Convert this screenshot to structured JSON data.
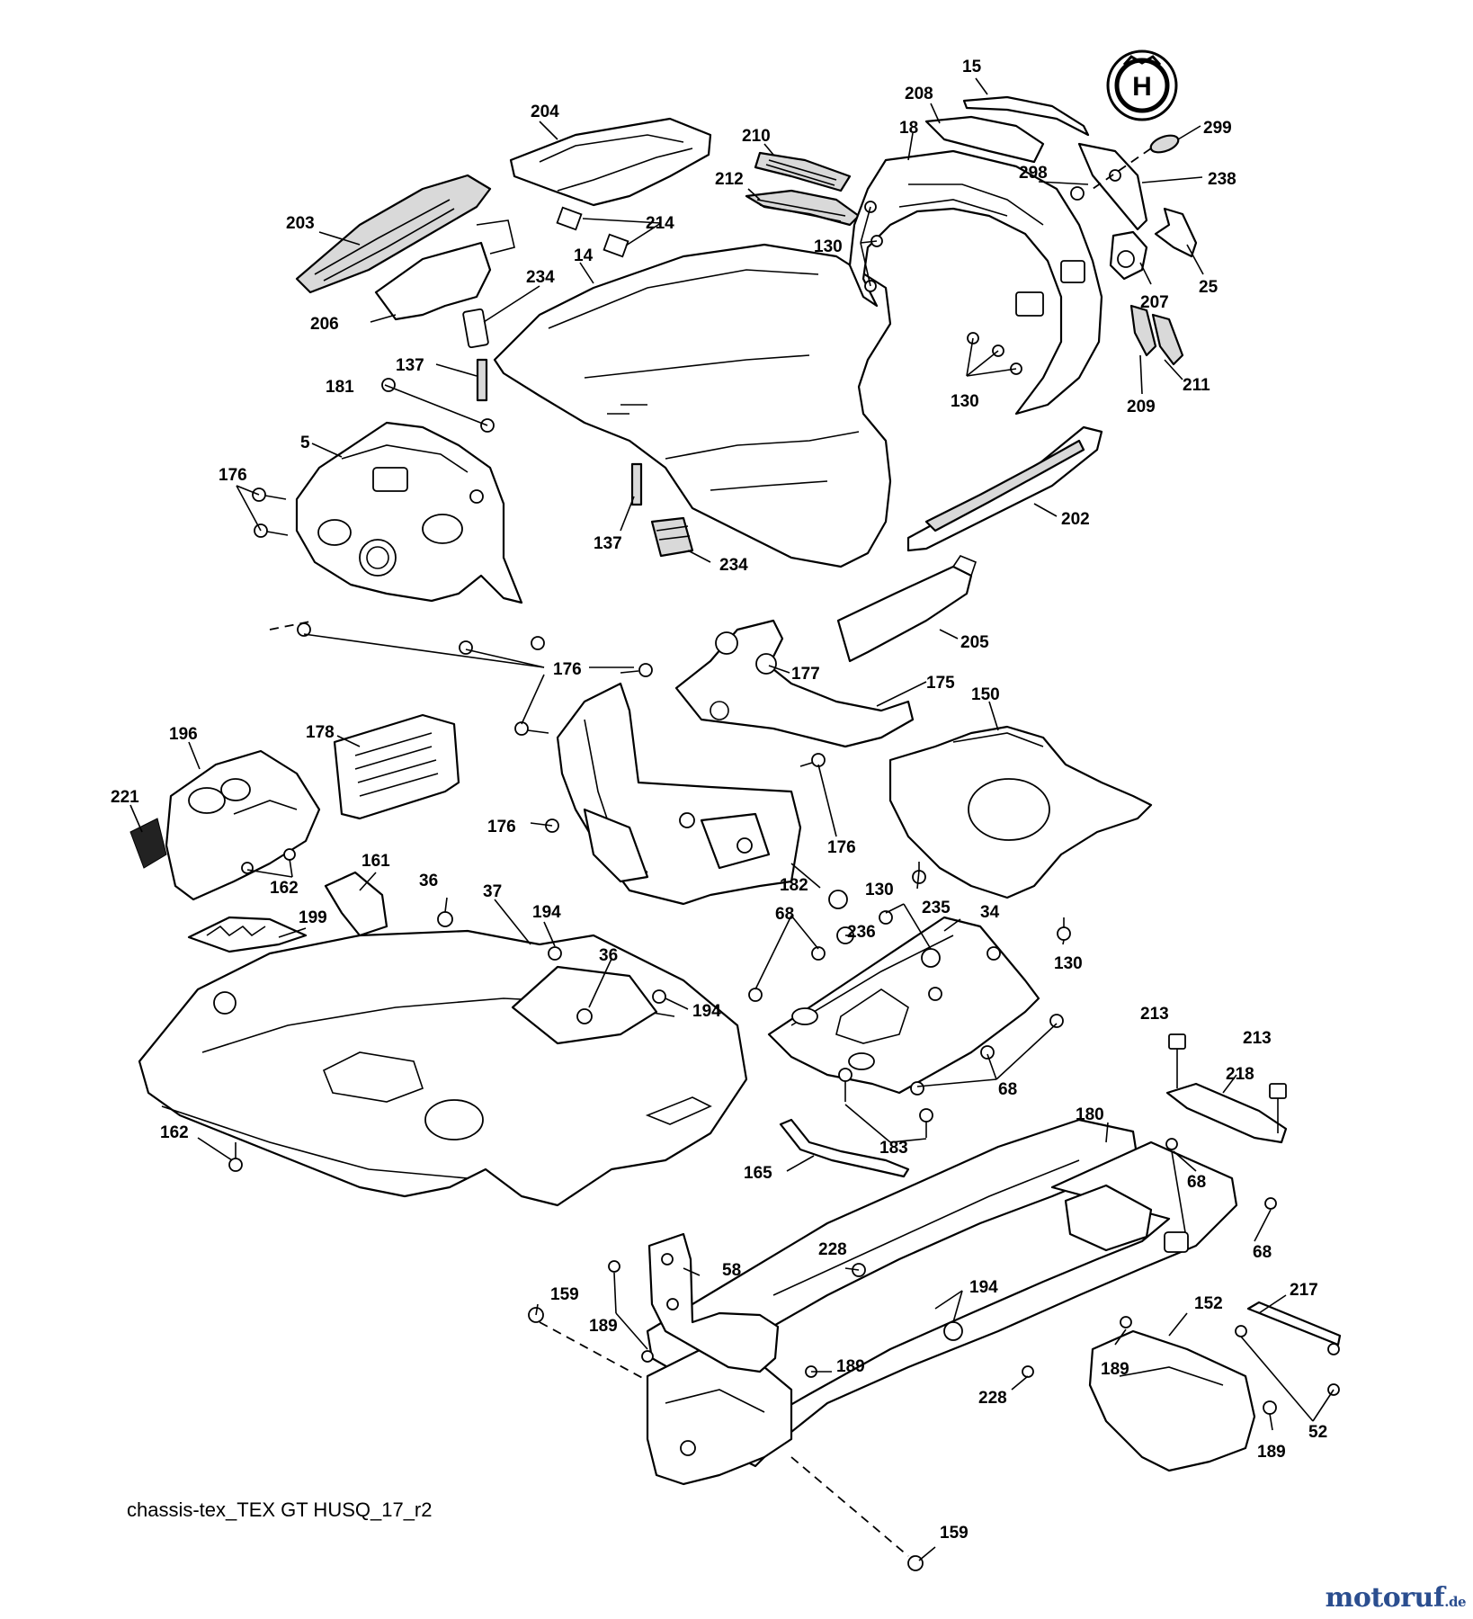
{
  "caption": "chassis-tex_TEX GT HUSQ_17_r2",
  "watermark": {
    "name": "motoruf",
    "suffix": ".de",
    "color": "#2b4e8f"
  },
  "logo": {
    "letter": "H",
    "name": "husqvarna-crown-logo"
  },
  "part_labels": [
    {
      "id": "l-15",
      "text": "15"
    },
    {
      "id": "l-208",
      "text": "208"
    },
    {
      "id": "l-299",
      "text": "299"
    },
    {
      "id": "l-18",
      "text": "18"
    },
    {
      "id": "l-204",
      "text": "204"
    },
    {
      "id": "l-210",
      "text": "210"
    },
    {
      "id": "l-298",
      "text": "298"
    },
    {
      "id": "l-238",
      "text": "238"
    },
    {
      "id": "l-212",
      "text": "212"
    },
    {
      "id": "l-130a",
      "text": "130"
    },
    {
      "id": "l-214",
      "text": "214"
    },
    {
      "id": "l-203",
      "text": "203"
    },
    {
      "id": "l-14",
      "text": "14"
    },
    {
      "id": "l-207",
      "text": "207"
    },
    {
      "id": "l-25",
      "text": "25"
    },
    {
      "id": "l-234a",
      "text": "234"
    },
    {
      "id": "l-206",
      "text": "206"
    },
    {
      "id": "l-137a",
      "text": "137"
    },
    {
      "id": "l-181",
      "text": "181"
    },
    {
      "id": "l-211",
      "text": "211"
    },
    {
      "id": "l-130b",
      "text": "130"
    },
    {
      "id": "l-209",
      "text": "209"
    },
    {
      "id": "l-5",
      "text": "5"
    },
    {
      "id": "l-176a",
      "text": "176"
    },
    {
      "id": "l-202",
      "text": "202"
    },
    {
      "id": "l-137b",
      "text": "137"
    },
    {
      "id": "l-234b",
      "text": "234"
    },
    {
      "id": "l-205",
      "text": "205"
    },
    {
      "id": "l-176b",
      "text": "176"
    },
    {
      "id": "l-177",
      "text": "177"
    },
    {
      "id": "l-175",
      "text": "175"
    },
    {
      "id": "l-150",
      "text": "150"
    },
    {
      "id": "l-196",
      "text": "196"
    },
    {
      "id": "l-178",
      "text": "178"
    },
    {
      "id": "l-221",
      "text": "221"
    },
    {
      "id": "l-176c",
      "text": "176"
    },
    {
      "id": "l-176d",
      "text": "176"
    },
    {
      "id": "l-162a",
      "text": "162"
    },
    {
      "id": "l-161",
      "text": "161"
    },
    {
      "id": "l-36a",
      "text": "36"
    },
    {
      "id": "l-182",
      "text": "182"
    },
    {
      "id": "l-130c",
      "text": "130"
    },
    {
      "id": "l-37",
      "text": "37"
    },
    {
      "id": "l-194a",
      "text": "194"
    },
    {
      "id": "l-68a",
      "text": "68"
    },
    {
      "id": "l-235",
      "text": "235"
    },
    {
      "id": "l-34",
      "text": "34"
    },
    {
      "id": "l-199",
      "text": "199"
    },
    {
      "id": "l-236",
      "text": "236"
    },
    {
      "id": "l-36b",
      "text": "36"
    },
    {
      "id": "l-130d",
      "text": "130"
    },
    {
      "id": "l-194b",
      "text": "194"
    },
    {
      "id": "l-213a",
      "text": "213"
    },
    {
      "id": "l-213b",
      "text": "213"
    },
    {
      "id": "l-218",
      "text": "218"
    },
    {
      "id": "l-68b",
      "text": "68"
    },
    {
      "id": "l-180",
      "text": "180"
    },
    {
      "id": "l-162b",
      "text": "162"
    },
    {
      "id": "l-183",
      "text": "183"
    },
    {
      "id": "l-165",
      "text": "165"
    },
    {
      "id": "l-68c",
      "text": "68"
    },
    {
      "id": "l-68d",
      "text": "68"
    },
    {
      "id": "l-228a",
      "text": "228"
    },
    {
      "id": "l-58",
      "text": "58"
    },
    {
      "id": "l-194c",
      "text": "194"
    },
    {
      "id": "l-217",
      "text": "217"
    },
    {
      "id": "l-159a",
      "text": "159"
    },
    {
      "id": "l-152",
      "text": "152"
    },
    {
      "id": "l-189a",
      "text": "189"
    },
    {
      "id": "l-189b",
      "text": "189"
    },
    {
      "id": "l-189c",
      "text": "189"
    },
    {
      "id": "l-228b",
      "text": "228"
    },
    {
      "id": "l-52",
      "text": "52"
    },
    {
      "id": "l-189d",
      "text": "189"
    },
    {
      "id": "l-159b",
      "text": "159"
    }
  ]
}
